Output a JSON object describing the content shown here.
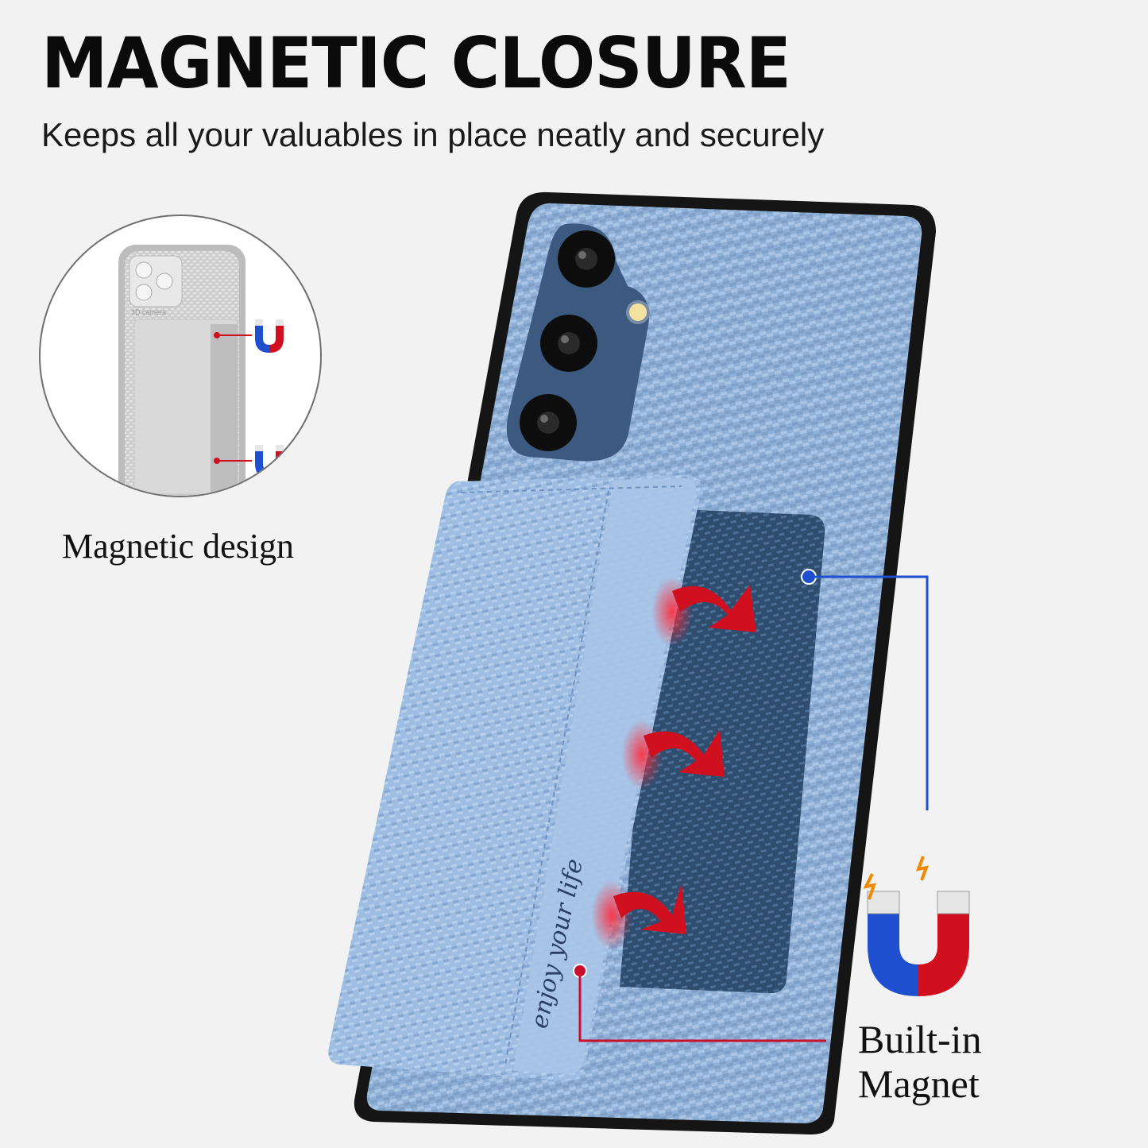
{
  "headline": "MAGNETIC CLOSURE",
  "subheadline": "Keeps all your valuables in place neatly and securely",
  "inset": {
    "label": "Magnetic design",
    "camera_text": "3D camera"
  },
  "callout": {
    "label_line1": "Built-in",
    "label_line2": "Magnet"
  },
  "card_holder": {
    "embossed_text": "enjoy your life"
  },
  "colors": {
    "background": "#f2f2f2",
    "case_blue": "#8fb0d6",
    "card_blue": "#9dbde3",
    "bumper": "#1a1a1a",
    "callout_blue": "#1d4fcf",
    "callout_red": "#c8102e",
    "arrow_red": "#d0101e"
  },
  "icons": [
    "magnet-icon",
    "curved-arrow-icon",
    "camera-lens-icon"
  ]
}
